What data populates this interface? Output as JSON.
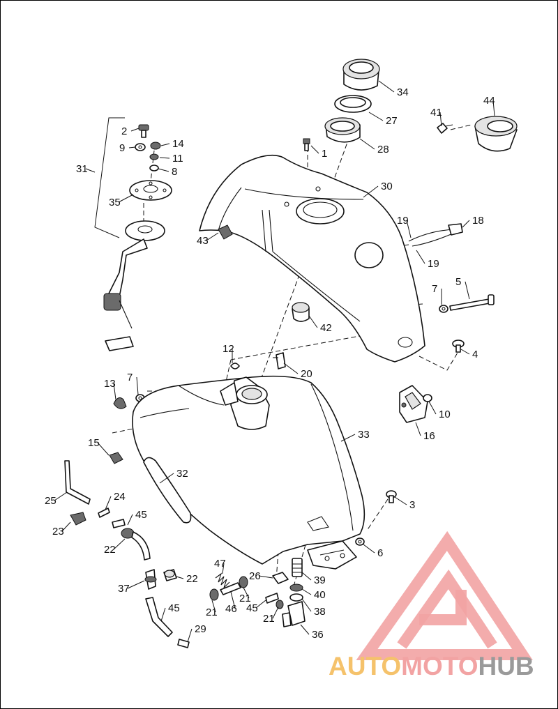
{
  "diagram": {
    "callouts": [
      {
        "id": "c34",
        "label": "34"
      },
      {
        "id": "c27",
        "label": "27"
      },
      {
        "id": "c28",
        "label": "28"
      },
      {
        "id": "c1",
        "label": "1"
      },
      {
        "id": "c30",
        "label": "30"
      },
      {
        "id": "c41",
        "label": "41"
      },
      {
        "id": "c44",
        "label": "44"
      },
      {
        "id": "c2",
        "label": "2"
      },
      {
        "id": "c14",
        "label": "14"
      },
      {
        "id": "c9",
        "label": "9"
      },
      {
        "id": "c11",
        "label": "11"
      },
      {
        "id": "c8",
        "label": "8"
      },
      {
        "id": "c31",
        "label": "31"
      },
      {
        "id": "c35",
        "label": "35"
      },
      {
        "id": "c43",
        "label": "43"
      },
      {
        "id": "c19a",
        "label": "19"
      },
      {
        "id": "c18",
        "label": "18"
      },
      {
        "id": "c19b",
        "label": "19"
      },
      {
        "id": "c7a",
        "label": "7"
      },
      {
        "id": "c5",
        "label": "5"
      },
      {
        "id": "c42",
        "label": "42"
      },
      {
        "id": "c4",
        "label": "4"
      },
      {
        "id": "c12",
        "label": "12"
      },
      {
        "id": "c20",
        "label": "20"
      },
      {
        "id": "c13",
        "label": "13"
      },
      {
        "id": "c7b",
        "label": "7"
      },
      {
        "id": "c10",
        "label": "10"
      },
      {
        "id": "c16",
        "label": "16"
      },
      {
        "id": "c33",
        "label": "33"
      },
      {
        "id": "c15",
        "label": "15"
      },
      {
        "id": "c32",
        "label": "32"
      },
      {
        "id": "c25",
        "label": "25"
      },
      {
        "id": "c24",
        "label": "24"
      },
      {
        "id": "c3",
        "label": "3"
      },
      {
        "id": "c45a",
        "label": "45"
      },
      {
        "id": "c23",
        "label": "23"
      },
      {
        "id": "c22a",
        "label": "22"
      },
      {
        "id": "c6",
        "label": "6"
      },
      {
        "id": "c47",
        "label": "47"
      },
      {
        "id": "c26",
        "label": "26"
      },
      {
        "id": "c39",
        "label": "39"
      },
      {
        "id": "c22b",
        "label": "22"
      },
      {
        "id": "c37",
        "label": "37"
      },
      {
        "id": "c21a",
        "label": "21"
      },
      {
        "id": "c21b",
        "label": "21"
      },
      {
        "id": "c40",
        "label": "40"
      },
      {
        "id": "c45b",
        "label": "45"
      },
      {
        "id": "c46",
        "label": "46"
      },
      {
        "id": "c38",
        "label": "38"
      },
      {
        "id": "c21c",
        "label": "21"
      },
      {
        "id": "c45c",
        "label": "45"
      },
      {
        "id": "c36",
        "label": "36"
      },
      {
        "id": "c29",
        "label": "29"
      }
    ]
  },
  "watermark": {
    "word_part1": "AUTO",
    "word_part2": "MOTO",
    "word_part3": "HUB",
    "color_part1": "#f5c26b",
    "color_part2": "#f2a3a3",
    "color_part3": "#9a9a9a"
  }
}
